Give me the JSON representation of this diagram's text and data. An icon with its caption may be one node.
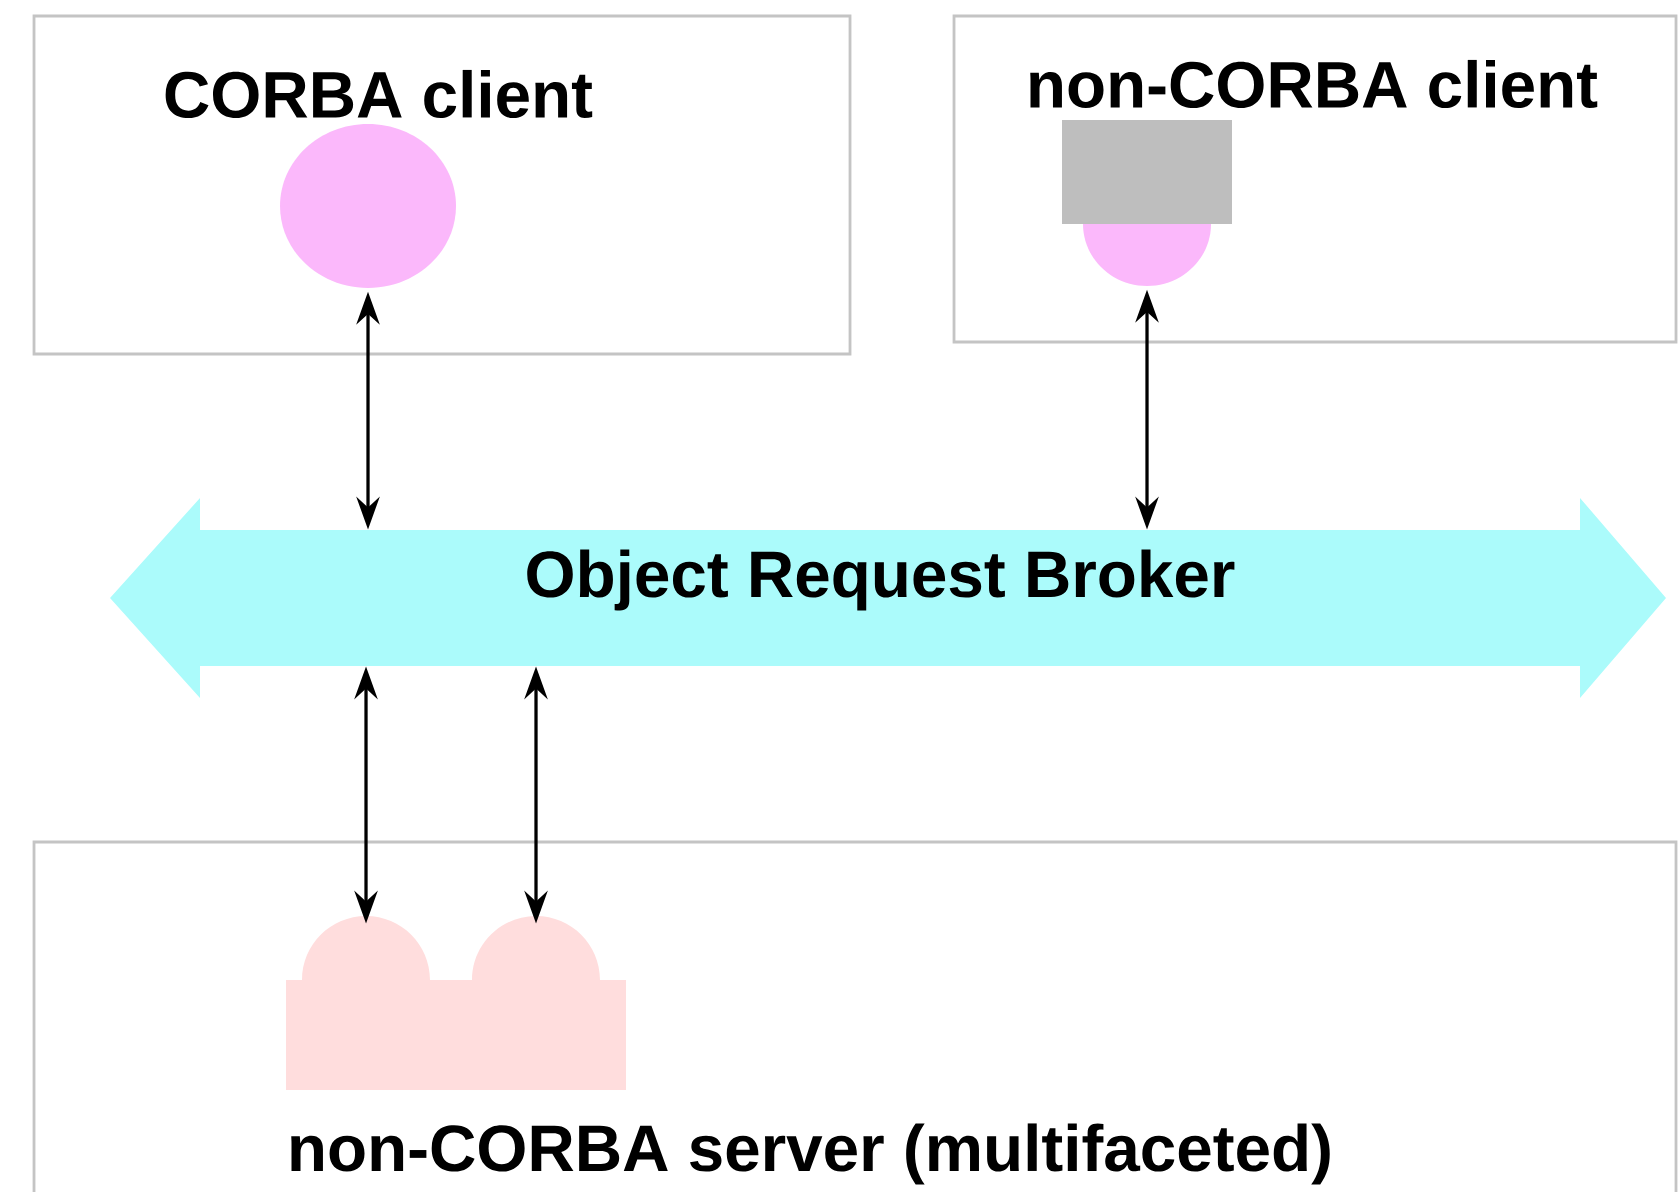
{
  "diagram": {
    "nodes": [
      {
        "text": [
          "CORBA client"
        ]
      },
      {
        "text": [],
        "shape": "circle",
        "in": 0
      },
      {
        "text": [
          "non-CORBA client"
        ]
      },
      {
        "text": [],
        "shape": "box",
        "in": 2
      },
      {
        "text": [
          "Object Request Broker"
        ]
      },
      {
        "text": [
          "non-CORBA server (multifaceted)"
        ]
      },
      {
        "text": [],
        "shape": "box",
        "in": 5
      },
      {
        "text": [],
        "shape": "box",
        "in": 5
      }
    ],
    "edges": [
      {
        "from": 1,
        "to": 4,
        "arrow": "both"
      },
      {
        "from": 3,
        "to": 4,
        "arrow": "both"
      },
      {
        "from": 4,
        "to": 6,
        "arrow": "both"
      },
      {
        "from": 4,
        "to": 7,
        "arrow": "both"
      }
    ]
  }
}
